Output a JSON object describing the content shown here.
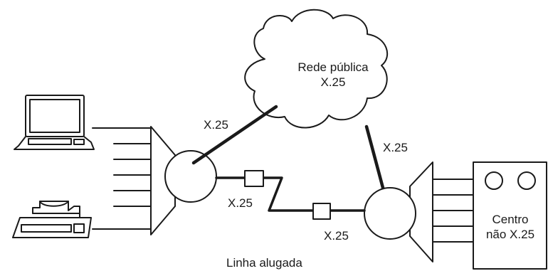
{
  "cloud": {
    "line1": "Rede pública",
    "line2": "X.25"
  },
  "links": {
    "left_to_cloud": "X.25",
    "cloud_to_right": "X.25",
    "leased_left": "X.25",
    "leased_right": "X.25"
  },
  "leased_line_caption": "Linha alugada",
  "center": {
    "line1": "Centro",
    "line2": "não X.25"
  },
  "colors": {
    "ink": "#1a1a1a",
    "paper": "#ffffff"
  },
  "icons": [
    "laptop-icon",
    "printer-icon"
  ]
}
